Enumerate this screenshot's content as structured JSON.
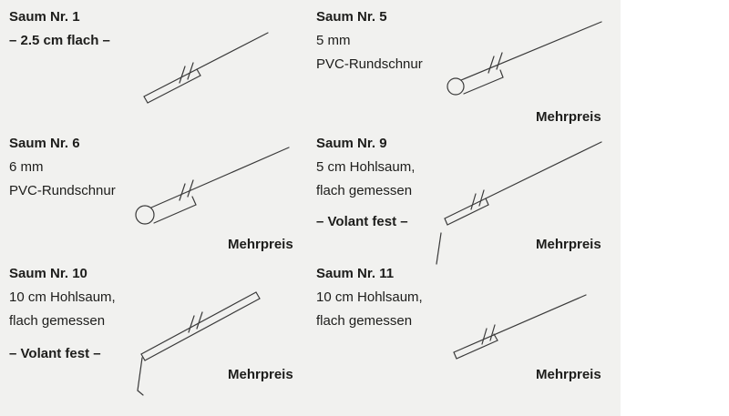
{
  "panel": {
    "background_color": "#f1f1ef",
    "page_color": "#ffffff",
    "line_color": "#3a3a3a",
    "text_color": "#1d1d1b"
  },
  "cells": [
    {
      "title": "Saum Nr. 1",
      "note": "– 2.5 cm flach –",
      "lines": [],
      "surcharge": "",
      "drawing": "flat-hem"
    },
    {
      "title": "Saum Nr. 5",
      "lines": [
        "5 mm",
        "PVC-Rundschnur"
      ],
      "surcharge": "Mehrpreis",
      "drawing": "pvc-cord-hem"
    },
    {
      "title": "Saum Nr. 6",
      "lines": [
        "6 mm",
        "PVC-Rundschnur"
      ],
      "surcharge": "Mehrpreis",
      "drawing": "pvc-cord-hem"
    },
    {
      "title": "Saum Nr. 9",
      "lines": [
        "5 cm Hohlsaum,",
        "flach gemessen"
      ],
      "note": "– Volant fest –",
      "surcharge": "Mehrpreis",
      "drawing": "hollow-hem-volant"
    },
    {
      "title": "Saum Nr. 10",
      "lines": [
        "10 cm Hohlsaum,",
        "flach gemessen"
      ],
      "note": "– Volant fest –",
      "surcharge": "Mehrpreis",
      "drawing": "hollow-hem-volant"
    },
    {
      "title": "Saum Nr. 11",
      "lines": [
        "10 cm Hohlsaum,",
        "flach gemessen"
      ],
      "surcharge": "Mehrpreis",
      "drawing": "hollow-hem"
    }
  ]
}
